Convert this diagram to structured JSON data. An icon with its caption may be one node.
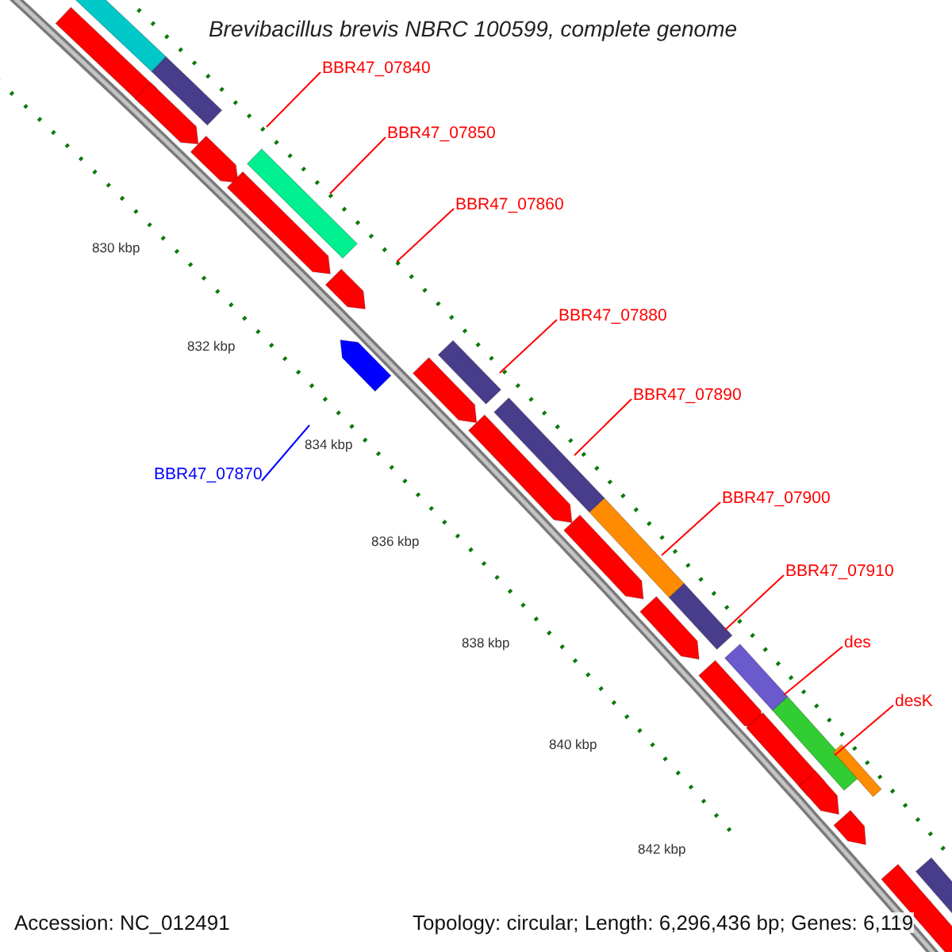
{
  "diagram": {
    "title": "Brevibacillus brevis NBRC 100599, complete genome",
    "nodes": [
      {
        "text": [
          "BBR47_07840"
        ]
      },
      {
        "text": [
          "BBR47_07850"
        ]
      },
      {
        "text": [
          "BBR47_07860"
        ]
      },
      {
        "text": [
          "BBR47_07880"
        ]
      },
      {
        "text": [
          "BBR47_07890"
        ]
      },
      {
        "text": [
          "BBR47_07870"
        ]
      },
      {
        "text": [
          "BBR47_07900"
        ]
      },
      {
        "text": [
          "BBR47_07910"
        ]
      },
      {
        "text": [
          "des"
        ]
      },
      {
        "text": [
          "desK"
        ]
      }
    ],
    "edges": [
      {
        "from": 0,
        "to": null,
        "arrow": "none"
      },
      {
        "from": 1,
        "to": null,
        "arrow": "none"
      },
      {
        "from": 2,
        "to": null,
        "arrow": "none"
      },
      {
        "from": 3,
        "to": null,
        "arrow": "none"
      },
      {
        "from": 4,
        "to": null,
        "arrow": "none"
      },
      {
        "from": 5,
        "to": null,
        "arrow": "none",
        "color": "#0000ff"
      },
      {
        "from": 6,
        "to": null,
        "arrow": "none"
      },
      {
        "from": 7,
        "to": null,
        "arrow": "none"
      },
      {
        "from": 8,
        "to": null,
        "arrow": "none"
      },
      {
        "from": 9,
        "to": null,
        "arrow": "none"
      }
    ],
    "labels": [
      "830 kbp",
      "832 kbp",
      "834 kbp",
      "836 kbp",
      "838 kbp",
      "840 kbp",
      "842 kbp",
      "Accession: NC_012491",
      "Topology: circular; Length: 6,296,436 bp; Genes: 6,119"
    ]
  }
}
